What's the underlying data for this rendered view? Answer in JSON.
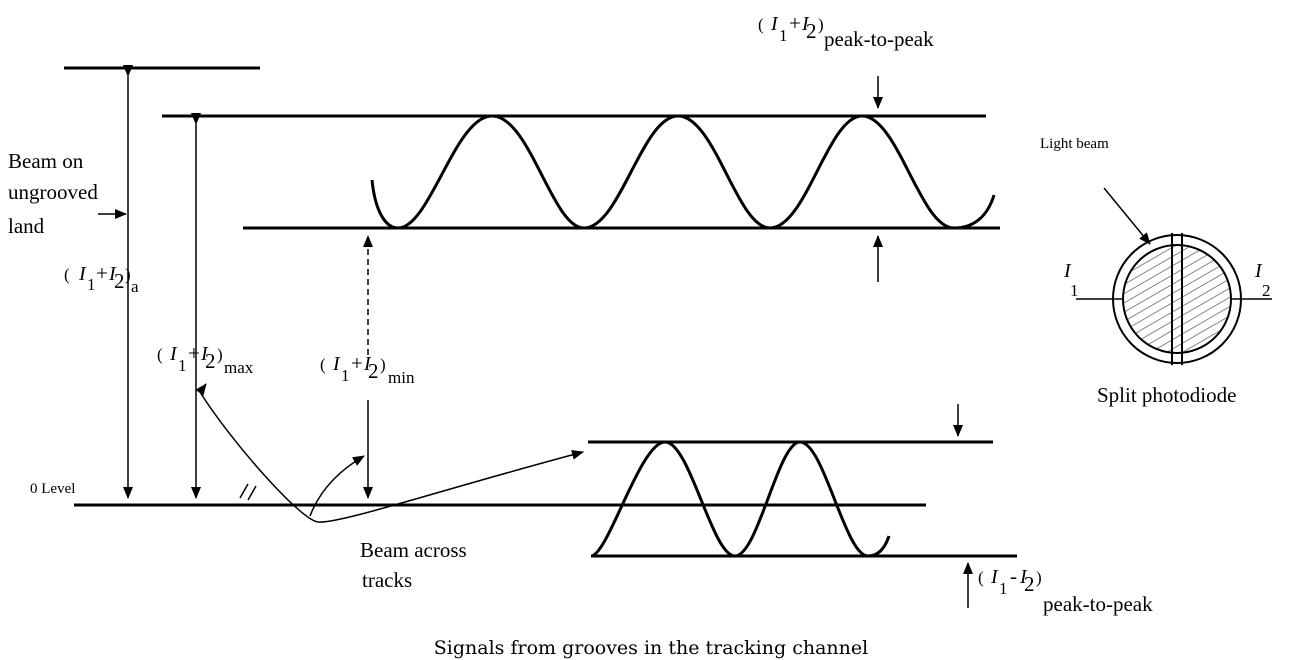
{
  "caption": "Signals from grooves in the tracking channel",
  "labels": {
    "beam_on_land_1": "Beam on",
    "beam_on_land_2": "ungrooved",
    "beam_on_land_3": "land",
    "zero_level": "0 Level",
    "beam_across_1": "Beam across",
    "beam_across_2": "tracks",
    "light_beam": "Light beam",
    "split_photodiode": "Split photodiode",
    "i1": "I",
    "i1_sub": "1",
    "i2": "I",
    "i2_sub": "2"
  },
  "expressions": {
    "sum_open": "(",
    "sum_i1": "I",
    "sum_sub1": "1",
    "sum_plus": "+",
    "sum_i2": "I",
    "sum_sub2": "2",
    "sum_close": ")",
    "diff_minus": "-",
    "sub_a": "a",
    "sub_max": "max",
    "sub_min": "min",
    "sub_ptp": "peak-to-peak"
  }
}
